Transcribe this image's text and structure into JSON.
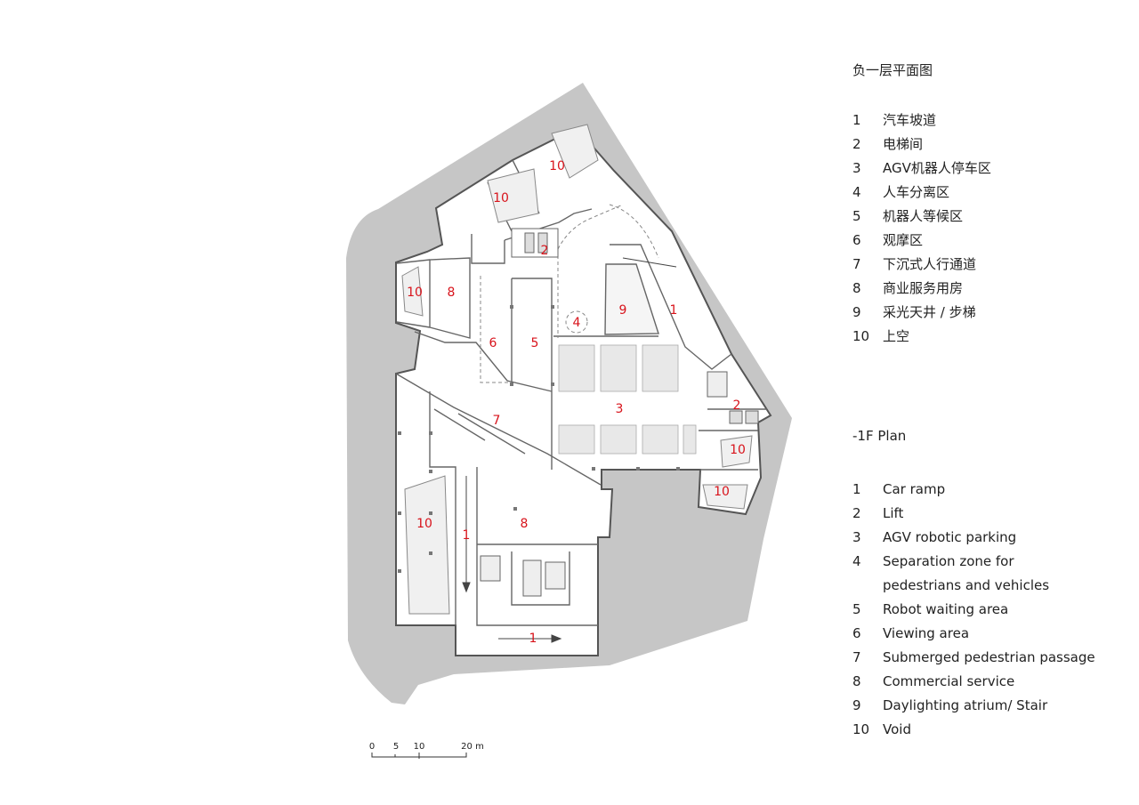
{
  "legend_zh": {
    "title": "负一层平面图",
    "items": [
      {
        "num": "1",
        "text": "汽车坡道"
      },
      {
        "num": "2",
        "text": "电梯间"
      },
      {
        "num": "3",
        "text": "AGV机器人停车区"
      },
      {
        "num": "4",
        "text": "人车分离区"
      },
      {
        "num": "5",
        "text": "机器人等候区"
      },
      {
        "num": "6",
        "text": "观摩区"
      },
      {
        "num": "7",
        "text": "下沉式人行通道"
      },
      {
        "num": "8",
        "text": "商业服务用房"
      },
      {
        "num": "9",
        "text": "采光天井 / 步梯"
      },
      {
        "num": "10",
        "text": "上空"
      }
    ]
  },
  "legend_en": {
    "title": "-1F Plan",
    "items": [
      {
        "num": "1",
        "text": "Car ramp"
      },
      {
        "num": "2",
        "text": "Lift"
      },
      {
        "num": "3",
        "text": "AGV robotic parking"
      },
      {
        "num": "4",
        "text": "Separation zone for pedestrians and vehicles"
      },
      {
        "num": "5",
        "text": "Robot waiting area"
      },
      {
        "num": "6",
        "text": "Viewing area"
      },
      {
        "num": "7",
        "text": "Submerged pedestrian passage"
      },
      {
        "num": "8",
        "text": "Commercial service"
      },
      {
        "num": "9",
        "text": "Daylighting atrium/ Stair"
      },
      {
        "num": "10",
        "text": "Void"
      }
    ]
  },
  "plan_labels": [
    "10",
    "10",
    "2",
    "10",
    "8",
    "9",
    "1",
    "4",
    "6",
    "5",
    "3",
    "2",
    "10",
    "7",
    "10",
    "10",
    "1",
    "8",
    "1"
  ],
  "scale_bar": {
    "ticks": [
      "0",
      "5",
      "10",
      "20 m"
    ]
  },
  "colors": {
    "label_red": "#d8131b",
    "site_gray": "#c4c4c4",
    "wall": "#555555",
    "parking_slot": "#e8e8e8"
  }
}
